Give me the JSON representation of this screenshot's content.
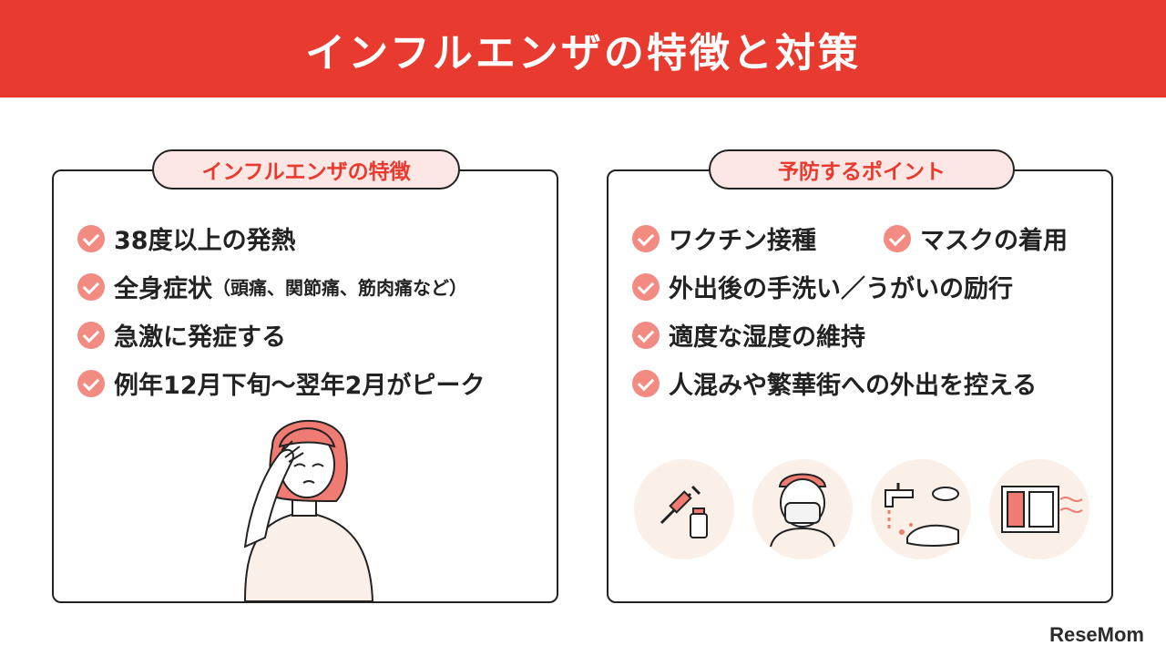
{
  "header": {
    "title": "インフルエンザの特徴と対策"
  },
  "left_panel": {
    "title": "インフルエンザの特徴",
    "items": [
      {
        "main": "38度以上の発熱",
        "note": ""
      },
      {
        "main": "全身症状",
        "note": "（頭痛、関節痛、筋肉痛など）"
      },
      {
        "main": "急激に発症する",
        "note": ""
      },
      {
        "main": "例年12月下旬〜翌年2月がピーク",
        "note": ""
      }
    ]
  },
  "right_panel": {
    "title": "予防するポイント",
    "items": [
      "ワクチン接種",
      "マスクの着用",
      "外出後の手洗い／うがいの励行",
      "適度な湿度の維持",
      "人混みや繁華街への外出を控える"
    ],
    "icons": [
      "vaccine-icon",
      "mask-icon",
      "handwash-icon",
      "ventilation-icon"
    ]
  },
  "logo": {
    "text": "ReseMom"
  },
  "colors": {
    "accent": "#e83a2f",
    "check": "#f28b82",
    "pill_bg": "#fde7e4",
    "icon_bg": "#fbf0e8"
  }
}
